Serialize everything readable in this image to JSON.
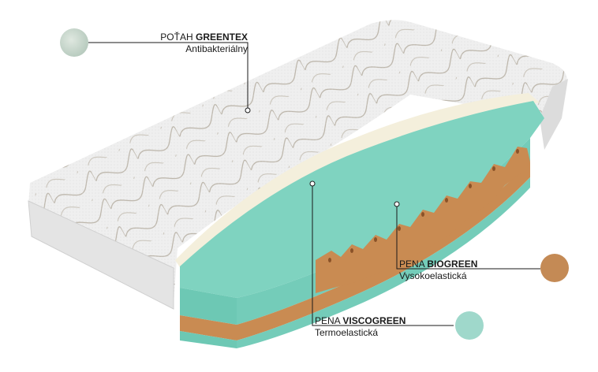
{
  "product": {
    "type": "mattress cross-section diagram",
    "colors": {
      "cover": "#ececec",
      "viscogreen": "#7fd1bf",
      "biogreen": "#c98d54",
      "line": "#1a1a1a"
    }
  },
  "callouts": [
    {
      "id": "cover",
      "title_prefix": "POŤAH",
      "title_bold": "GREENTEX",
      "subtitle": "Antibakteriálny",
      "swatch_color": "#b9cfc2"
    },
    {
      "id": "biogreen",
      "title_prefix": "PENA",
      "title_bold": "BIOGREEN",
      "subtitle": "Vysokoelastická",
      "swatch_color": "#c48a55"
    },
    {
      "id": "viscogreen",
      "title_prefix": "PENA",
      "title_bold": "VISCOGREEN",
      "subtitle": "Termoelastická",
      "swatch_color": "#9fd8cb"
    }
  ]
}
